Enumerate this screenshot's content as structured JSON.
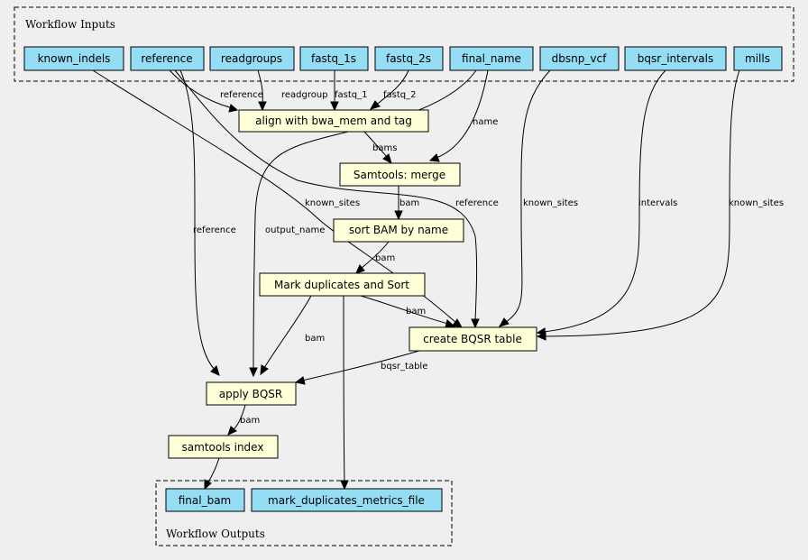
{
  "clusters": {
    "inputs": "Workflow Inputs",
    "outputs": "Workflow Outputs"
  },
  "inputs": {
    "known_indels": "known_indels",
    "reference": "reference",
    "readgroups": "readgroups",
    "fastq_1s": "fastq_1s",
    "fastq_2s": "fastq_2s",
    "final_name": "final_name",
    "dbsnp_vcf": "dbsnp_vcf",
    "bqsr_intervals": "bqsr_intervals",
    "mills": "mills"
  },
  "steps": {
    "align": "align with bwa_mem and tag",
    "merge": "Samtools: merge",
    "sort": "sort BAM by name",
    "markdup": "Mark duplicates and Sort",
    "create_bqsr": "create BQSR table",
    "apply_bqsr": "apply BQSR",
    "index": "samtools index"
  },
  "outputs": {
    "final_bam": "final_bam",
    "mark_duplicates_metrics_file": "mark_duplicates_metrics_file"
  },
  "edges": {
    "ref_align": "reference",
    "rg_align": "readgroup",
    "fq1_align": "fastq_1",
    "fq2_align": "fastq_2",
    "name_merge": "name",
    "align_merge": "bams",
    "merge_sort": "bam",
    "sort_markdup": "bam",
    "known_indels_create": "known_sites",
    "ref_create": "reference",
    "dbsnp_create": "known_sites",
    "intervals_create": "intervals",
    "mills_create": "known_sites",
    "markdup_create": "bam",
    "ref_apply": "reference",
    "name_apply": "output_name",
    "markdup_apply": "bam",
    "create_apply": "bqsr_table",
    "apply_index": "bam"
  },
  "colors": {
    "input_fill": "#94ddf4",
    "step_fill": "#ffffd8",
    "background": "#efefef"
  }
}
